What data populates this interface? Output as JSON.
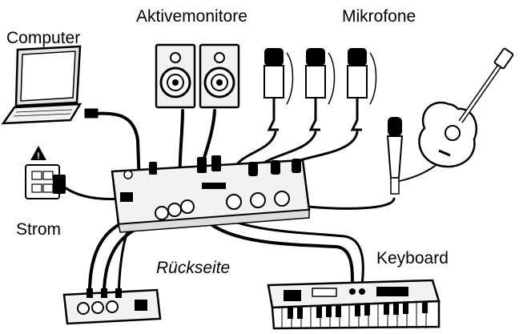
{
  "labels": {
    "computer": "Computer",
    "active_monitors": "Aktivemonitore",
    "microphones": "Mikrofone",
    "power": "Strom",
    "rear_panel": "Rückseite",
    "keyboard": "Keyboard"
  },
  "colors": {
    "ink": "#000000",
    "background": "#ffffff",
    "device_fill": "#f2f2f2",
    "screen_fill": "#e6e6e6"
  }
}
